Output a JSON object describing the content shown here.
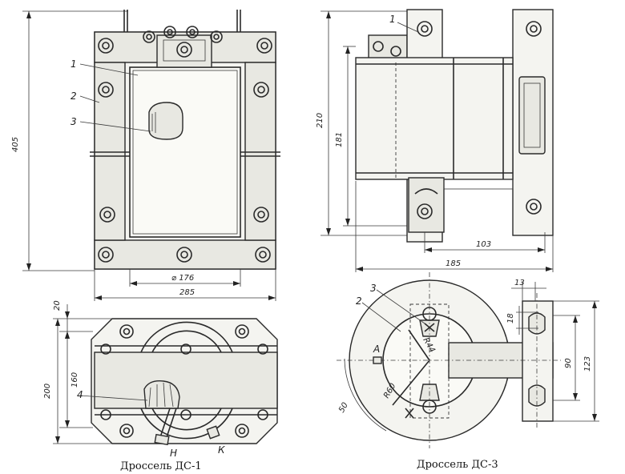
{
  "captions": {
    "ds1": "Дроссель ДС-1",
    "ds3": "Дроссель ДС-3"
  },
  "ds1_front": {
    "dim_height": "405",
    "dim_inner": "⌀ 176",
    "dim_width": "285",
    "labels": [
      "1",
      "2",
      "3"
    ]
  },
  "ds1_top": {
    "dim_20": "20",
    "dim_200": "200",
    "dim_160": "160",
    "label_4": "4",
    "label_n": "Н",
    "label_k": "К"
  },
  "ds3_front": {
    "dim_210": "210",
    "dim_181": "181",
    "dim_103": "103",
    "dim_185": "185",
    "label_1": "1"
  },
  "ds3_side": {
    "label_3": "3",
    "label_2": "2",
    "label_a": "А",
    "dim_r44": "R44",
    "dim_r60": "R60",
    "dim_50": "50",
    "dim_13": "13",
    "dim_18": "18",
    "dim_90": "90",
    "dim_123": "123"
  }
}
